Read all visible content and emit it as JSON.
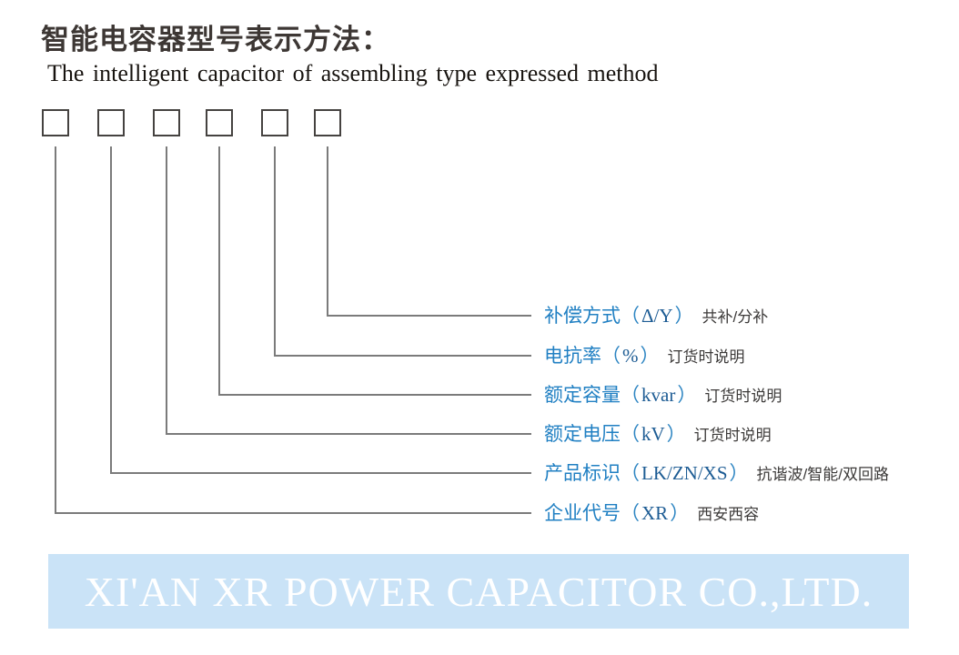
{
  "header": {
    "title_cn": "智能电容器型号表示方法：",
    "subtitle_en": "The intelligent capacitor of assembling type expressed method"
  },
  "diagram": {
    "box_count": 6,
    "paren_open": "（",
    "paren_close": "）",
    "rows": [
      {
        "label": "补偿方式",
        "code": "Δ/Y",
        "remark": "共补/分补"
      },
      {
        "label": "电抗率",
        "code": "%",
        "remark": "订货时说明"
      },
      {
        "label": "额定容量",
        "code": "kvar",
        "remark": "订货时说明"
      },
      {
        "label": "额定电压",
        "code": "kV",
        "remark": "订货时说明"
      },
      {
        "label": "产品标识",
        "code": "LK/ZN/XS",
        "remark": "抗谐波/智能/双回路"
      },
      {
        "label": "企业代号",
        "code": "XR",
        "remark": "西安西容"
      }
    ]
  },
  "footer": {
    "company": "XI'AN XR POWER CAPACITOR CO.,LTD."
  },
  "colors": {
    "label_blue": "#2180c3",
    "code_blue": "#1d5c94",
    "remark_dark": "#3c3a39",
    "line_gray": "#7b7b7b",
    "banner_bg": "#cae3f7",
    "banner_text": "#ffffff"
  }
}
